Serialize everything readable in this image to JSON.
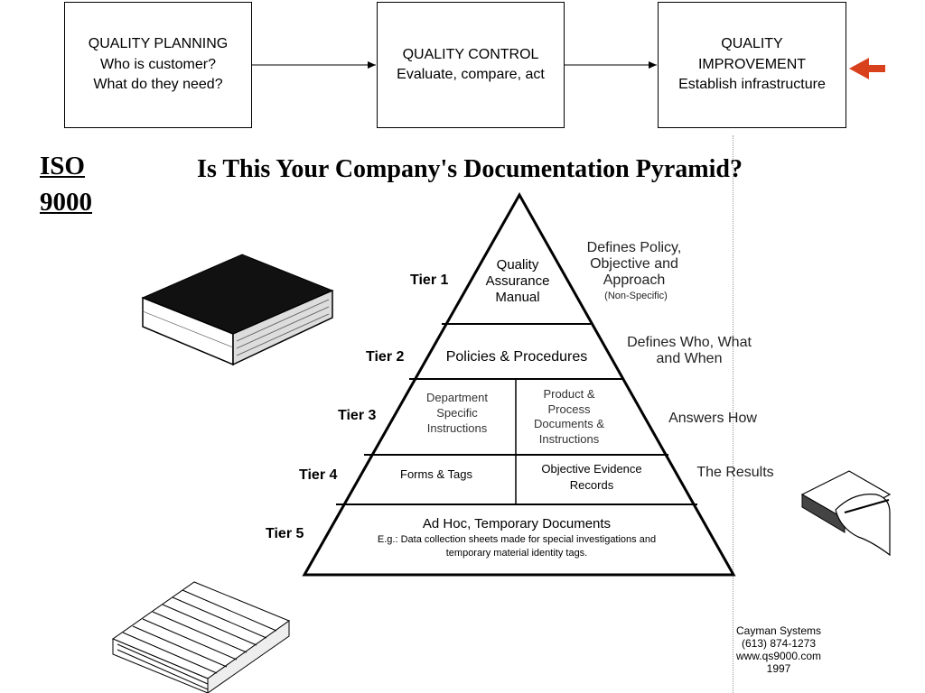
{
  "flow": {
    "planning": [
      "QUALITY PLANNING",
      "Who is customer?",
      "What do they need?"
    ],
    "control": [
      "QUALITY CONTROL",
      "Evaluate, compare, act"
    ],
    "improvement": [
      "QUALITY",
      "IMPROVEMENT",
      "Establish infrastructure"
    ]
  },
  "side_title": [
    "ISO",
    "9000"
  ],
  "pyramid": {
    "title": "Is This Your Company's Documentation Pyramid?",
    "tiers": [
      {
        "label": "Tier 1",
        "cells": [
          "Quality",
          "Assurance",
          "Manual"
        ],
        "desc": [
          "Defines Policy,",
          "Objective and",
          "Approach",
          "(Non-Specific)"
        ]
      },
      {
        "label": "Tier 2",
        "cells": [
          "Policies & Procedures"
        ],
        "desc": [
          "Defines Who, What",
          "and When"
        ]
      },
      {
        "label": "Tier 3",
        "left": [
          "Department",
          "Specific",
          "Instructions"
        ],
        "right": [
          "Product &",
          "Process",
          "Documents &",
          "Instructions"
        ],
        "desc": [
          "Answers How"
        ]
      },
      {
        "label": "Tier 4",
        "left": [
          "Forms & Tags"
        ],
        "right": [
          "Objective Evidence",
          "Records"
        ],
        "desc": [
          "The Results"
        ]
      },
      {
        "label": "Tier 5",
        "cells": [
          "Ad Hoc, Temporary Documents",
          "E.g.: Data collection sheets made for special investigations and",
          "temporary material identity tags."
        ]
      }
    ]
  },
  "credit": [
    "Cayman Systems",
    "(613) 874-1273",
    "www.qs9000.com",
    "1997"
  ],
  "colors": {
    "accent_arrow": "#d9401c"
  },
  "icons": [
    "manual-book-icon",
    "hand-writing-icon",
    "file-stack-icon",
    "red-arrow-icon"
  ]
}
